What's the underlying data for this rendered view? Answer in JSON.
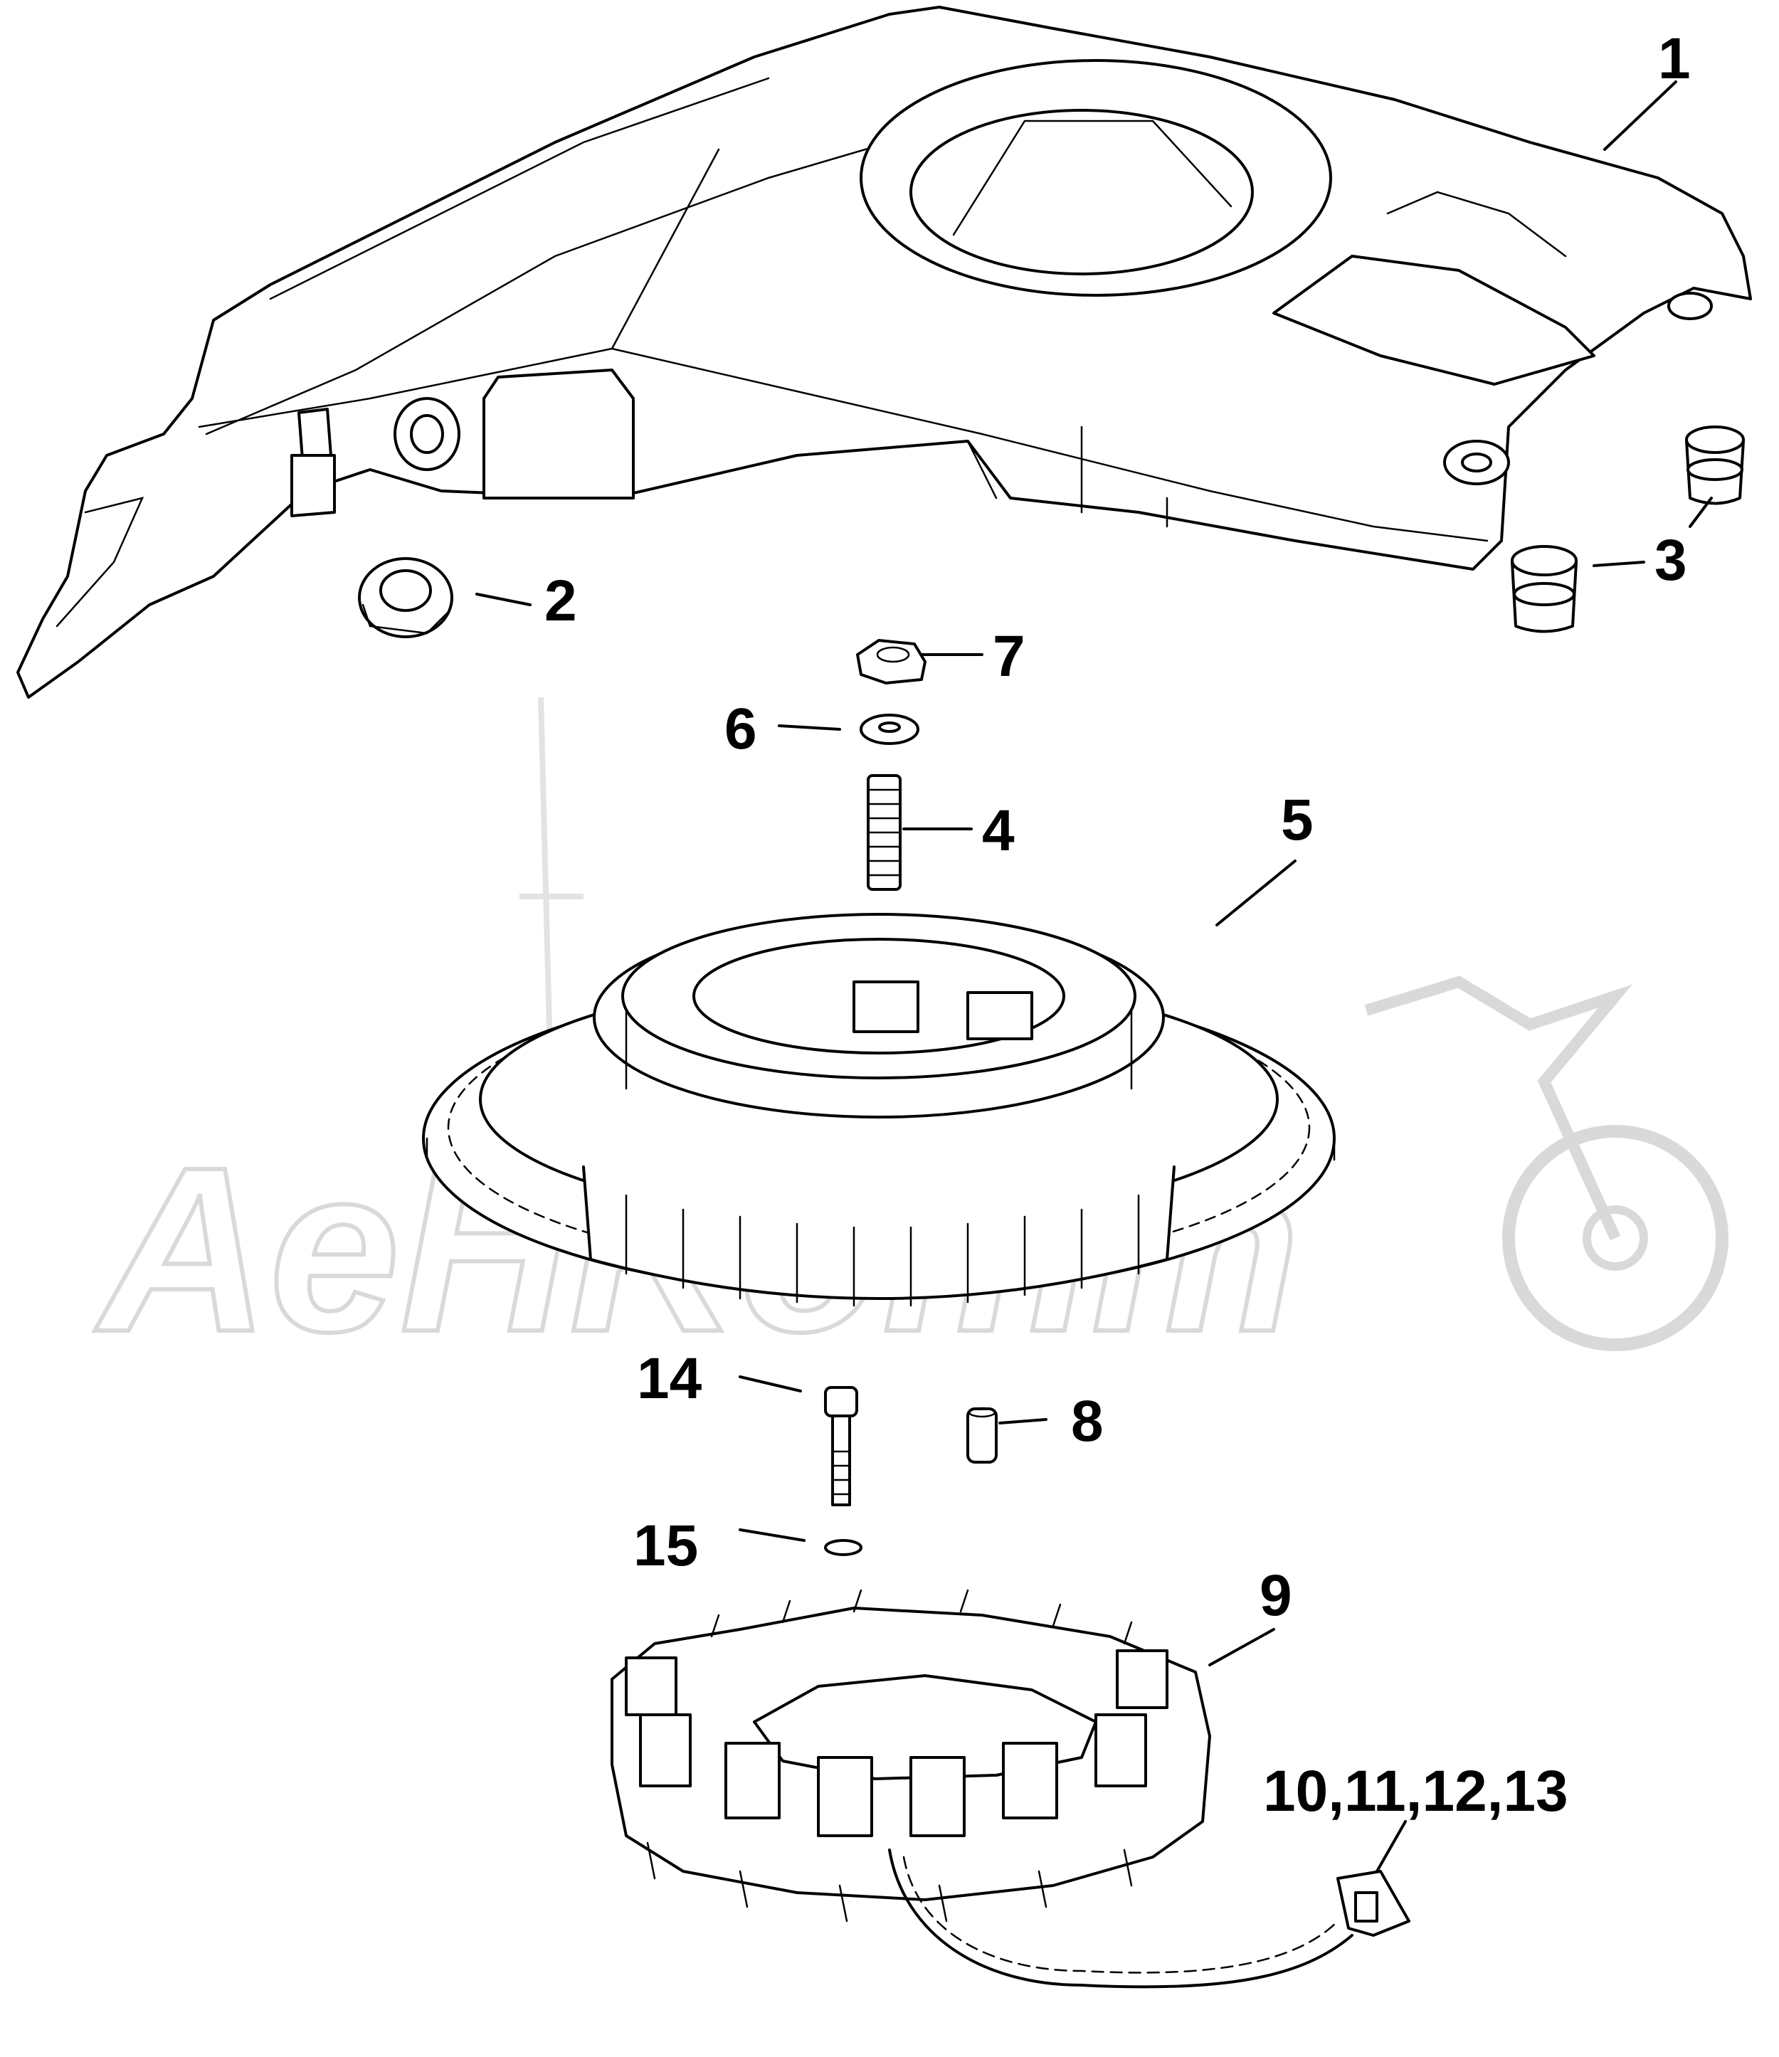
{
  "diagram": {
    "watermark": "AeHKomm",
    "callouts": [
      {
        "id": "c1",
        "text": "1"
      },
      {
        "id": "c2",
        "text": "2"
      },
      {
        "id": "c3",
        "text": "3"
      },
      {
        "id": "c4",
        "text": "4"
      },
      {
        "id": "c5",
        "text": "5"
      },
      {
        "id": "c6",
        "text": "6"
      },
      {
        "id": "c7",
        "text": "7"
      },
      {
        "id": "c8",
        "text": "8"
      },
      {
        "id": "c9",
        "text": "9"
      },
      {
        "id": "c10",
        "text": "10,11,12,13"
      },
      {
        "id": "c14",
        "text": "14"
      },
      {
        "id": "c15",
        "text": "15"
      }
    ],
    "colors": {
      "line": "#000000",
      "background": "#ffffff",
      "watermark": "#d9d9d9"
    }
  }
}
